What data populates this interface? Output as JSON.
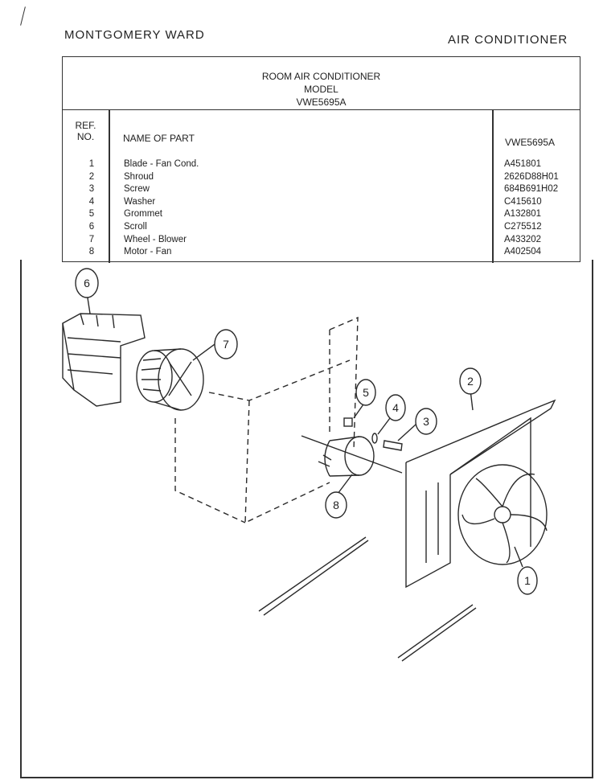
{
  "header": {
    "brand": "MONTGOMERY WARD",
    "section": "AIR CONDITIONER"
  },
  "table": {
    "title_lines": [
      "ROOM AIR CONDITIONER",
      "MODEL",
      "VWE5695A"
    ],
    "col_ref": [
      "REF.",
      "NO."
    ],
    "col_name": "NAME OF PART",
    "col_model": "VWE5695A",
    "rows": [
      {
        "ref": "1",
        "name": "Blade - Fan Cond.",
        "part": "A451801"
      },
      {
        "ref": "2",
        "name": "Shroud",
        "part": "2626D88H01"
      },
      {
        "ref": "3",
        "name": "Screw",
        "part": "684B691H02"
      },
      {
        "ref": "4",
        "name": "Washer",
        "part": "C415610"
      },
      {
        "ref": "5",
        "name": "Grommet",
        "part": "A132801"
      },
      {
        "ref": "6",
        "name": "Scroll",
        "part": "C275512"
      },
      {
        "ref": "7",
        "name": "Wheel - Blower",
        "part": "A433202"
      },
      {
        "ref": "8",
        "name": "Motor - Fan",
        "part": "A402504"
      }
    ]
  },
  "diagram": {
    "callouts": [
      "6",
      "7",
      "5",
      "4",
      "3",
      "2",
      "8",
      "1"
    ]
  }
}
